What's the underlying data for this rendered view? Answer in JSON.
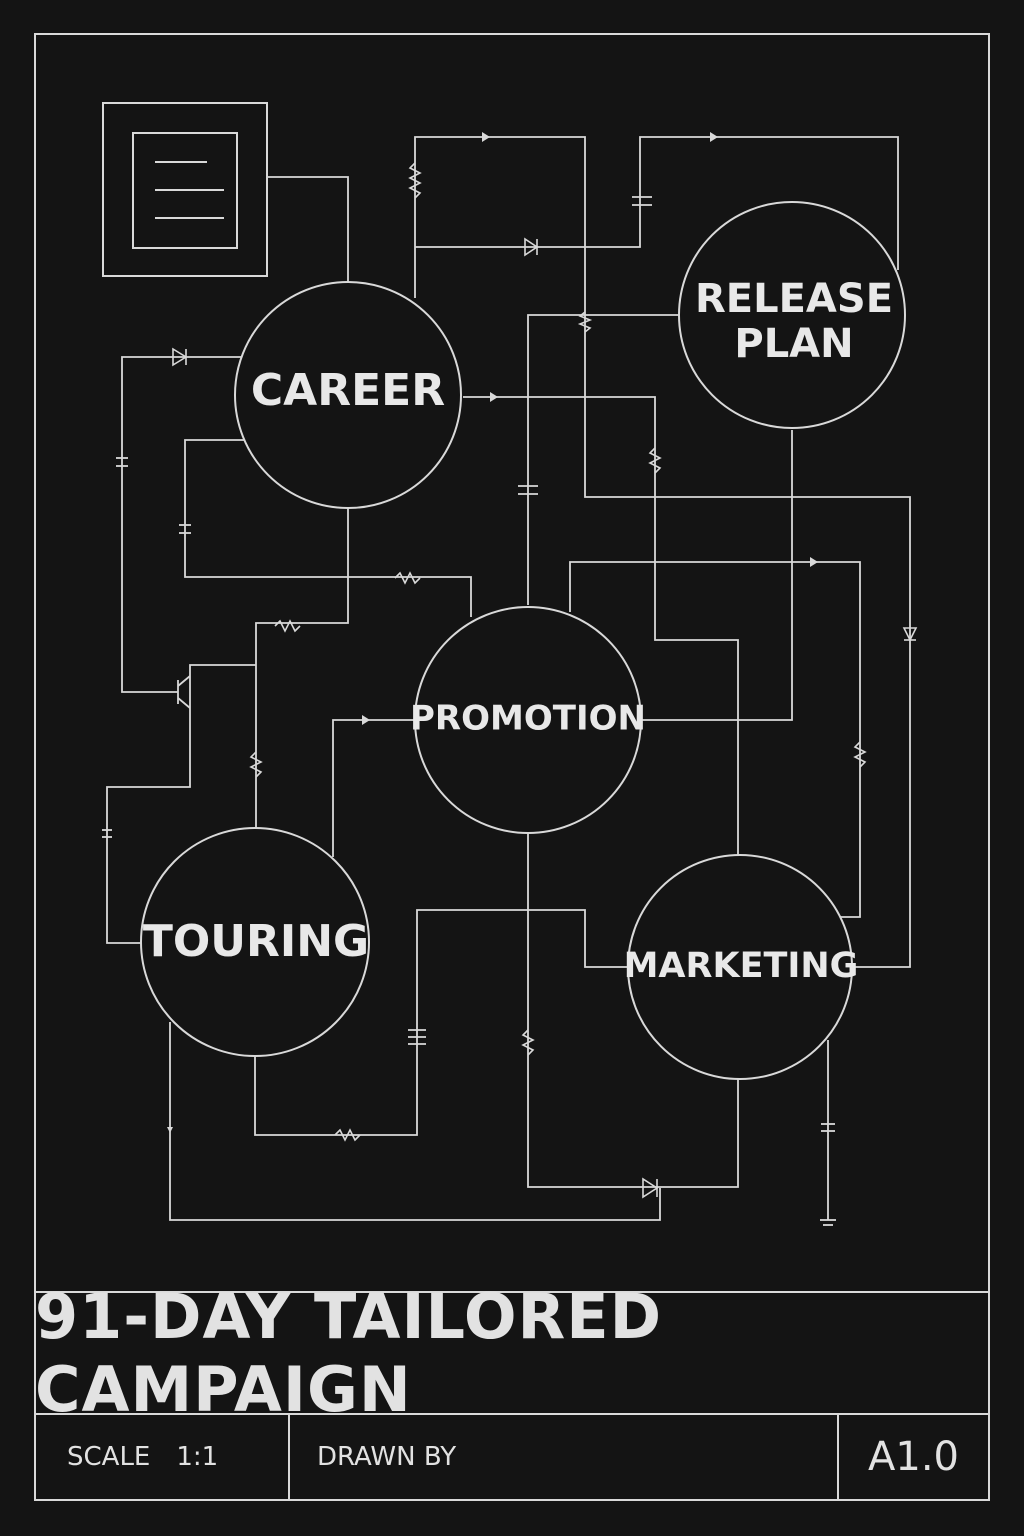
{
  "nodes": {
    "career": "CAREER",
    "release_line1": "RELEASE",
    "release_line2": "PLAN",
    "promotion": "PROMOTION",
    "touring": "TOURING",
    "marketing": "MARKETING"
  },
  "title": "91-DAY TAILORED CAMPAIGN",
  "title_block": {
    "scale_label": "SCALE",
    "scale_value": "1:1",
    "drawn_by_label": "DRAWN BY",
    "revision": "A1.0"
  },
  "icons": [
    "document-icon",
    "resistor-icon",
    "capacitor-icon",
    "diode-icon",
    "transistor-icon",
    "ground-icon",
    "arrow-icon"
  ]
}
